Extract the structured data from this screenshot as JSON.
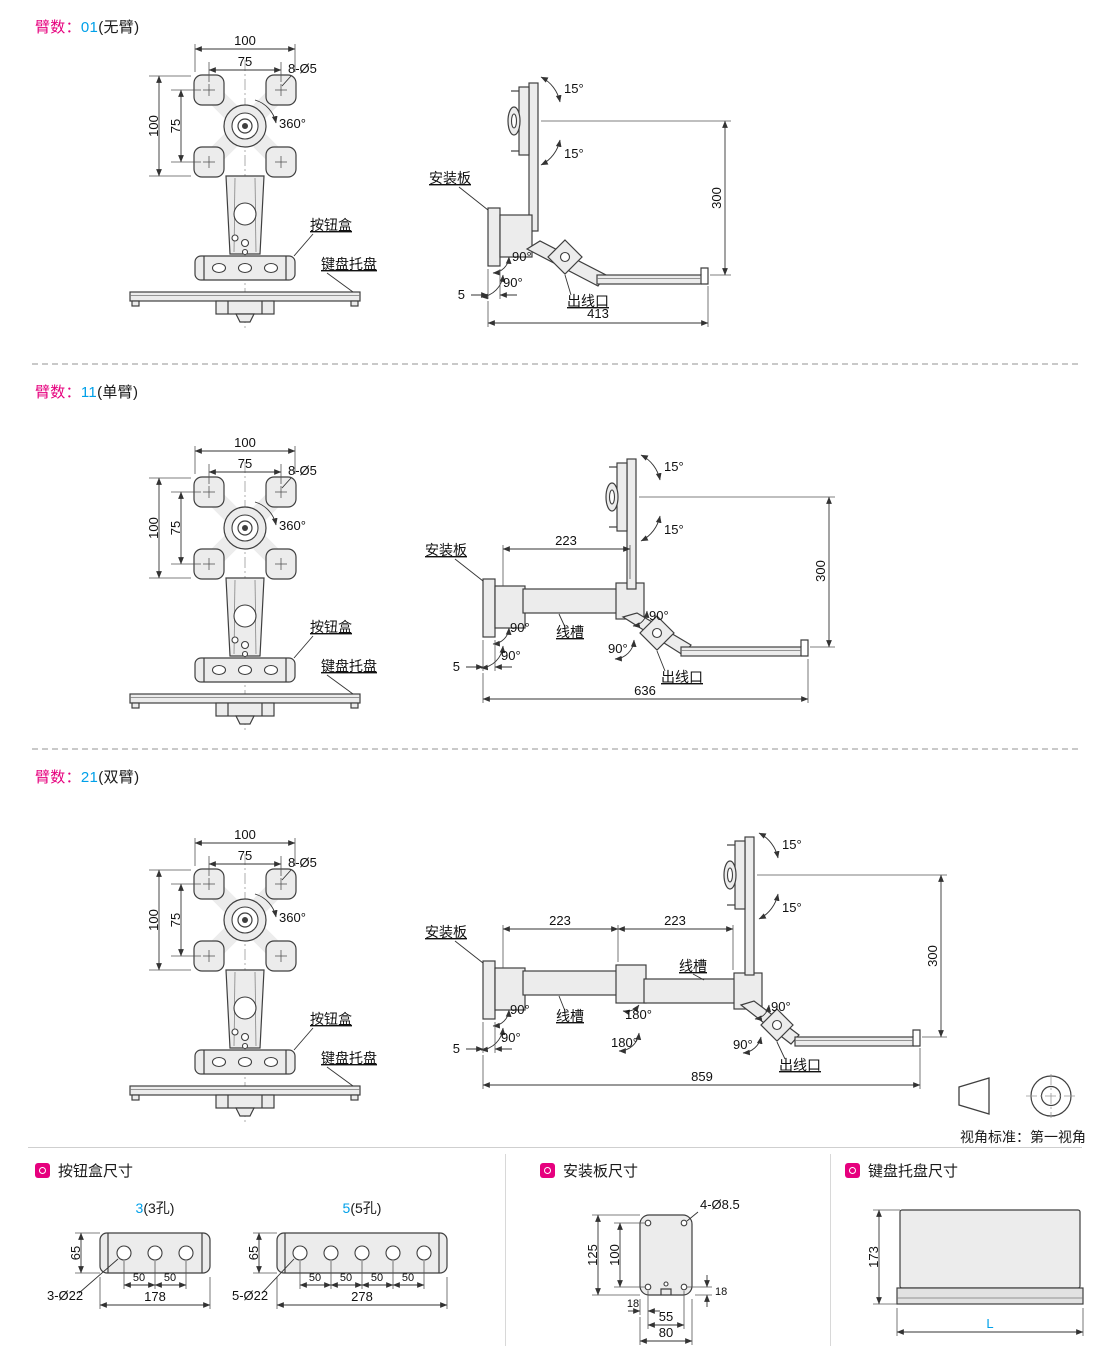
{
  "colors": {
    "magenta": "#e6007e",
    "cyan": "#00a0e9"
  },
  "sections": [
    {
      "arm_label": "臂数：",
      "arm_code": "01",
      "arm_suffix": "(无臂)",
      "front": {
        "dim_width_outer": "100",
        "dim_width_inner": "75",
        "dim_holes": "8-Ø5",
        "dim_height_outer": "100",
        "dim_height_inner": "75",
        "dim_rotation": "360°",
        "label_button_box": "按钮盒",
        "label_keyboard_tray": "键盘托盘"
      },
      "side": {
        "dim_tilt_up": "15°",
        "dim_tilt_down": "15°",
        "dim_height": "300",
        "label_mount_plate": "安装板",
        "dim_swivel_a": "90°",
        "dim_swivel_b": "90°",
        "label_outlet": "出线口",
        "dim_thickness": "5",
        "dim_total": "413"
      }
    },
    {
      "arm_label": "臂数：",
      "arm_code": "11",
      "arm_suffix": "(单臂)",
      "front": {
        "dim_width_outer": "100",
        "dim_width_inner": "75",
        "dim_holes": "8-Ø5",
        "dim_height_outer": "100",
        "dim_height_inner": "75",
        "dim_rotation": "360°",
        "label_button_box": "按钮盒",
        "label_keyboard_tray": "键盘托盘"
      },
      "side": {
        "dim_tilt_up": "15°",
        "dim_tilt_down": "15°",
        "dim_height": "300",
        "label_mount_plate": "安装板",
        "dim_arm": "223",
        "label_duct": "线槽",
        "dim_swivel_a": "90°",
        "dim_swivel_b": "90°",
        "dim_swivel_c": "90°",
        "dim_swivel_d": "90°",
        "label_outlet": "出线口",
        "dim_thickness": "5",
        "dim_total": "636"
      }
    },
    {
      "arm_label": "臂数：",
      "arm_code": "21",
      "arm_suffix": "(双臂)",
      "front": {
        "dim_width_outer": "100",
        "dim_width_inner": "75",
        "dim_holes": "8-Ø5",
        "dim_height_outer": "100",
        "dim_height_inner": "75",
        "dim_rotation": "360°",
        "label_button_box": "按钮盒",
        "label_keyboard_tray": "键盘托盘"
      },
      "side": {
        "dim_tilt_up": "15°",
        "dim_tilt_down": "15°",
        "dim_height": "300",
        "label_mount_plate": "安装板",
        "dim_arm_a": "223",
        "dim_arm_b": "223",
        "label_duct_a": "线槽",
        "label_duct_b": "线槽",
        "dim_elbow_a": "180°",
        "dim_elbow_b": "180°",
        "dim_swivel_a": "90°",
        "dim_swivel_b": "90°",
        "dim_swivel_c": "90°",
        "dim_swivel_d": "90°",
        "label_outlet": "出线口",
        "dim_thickness": "5",
        "dim_total": "859"
      }
    }
  ],
  "view_standard": {
    "label": "视角标准：第一视角"
  },
  "bottom": {
    "button_box": {
      "title": "按钮盒尺寸",
      "three": {
        "num": "3",
        "suffix": "(3孔)",
        "dim_height": "65",
        "dim_holes": "3-Ø22",
        "dim_pitch_a": "50",
        "dim_pitch_b": "50",
        "dim_length": "178"
      },
      "five": {
        "num": "5",
        "suffix": "(5孔)",
        "dim_height": "65",
        "dim_holes": "5-Ø22",
        "dim_pitch_a": "50",
        "dim_pitch_b": "50",
        "dim_pitch_c": "50",
        "dim_pitch_d": "50",
        "dim_length": "278"
      }
    },
    "mount_plate": {
      "title": "安装板尺寸",
      "dim_holes": "4-Ø8.5",
      "dim_height_outer": "125",
      "dim_height_inner": "100",
      "dim_offset_left": "18",
      "dim_pitch": "55",
      "dim_width": "80",
      "dim_offset_right": "18"
    },
    "keyboard_tray": {
      "title": "键盘托盘尺寸",
      "dim_depth": "173",
      "dim_length": "L"
    }
  }
}
